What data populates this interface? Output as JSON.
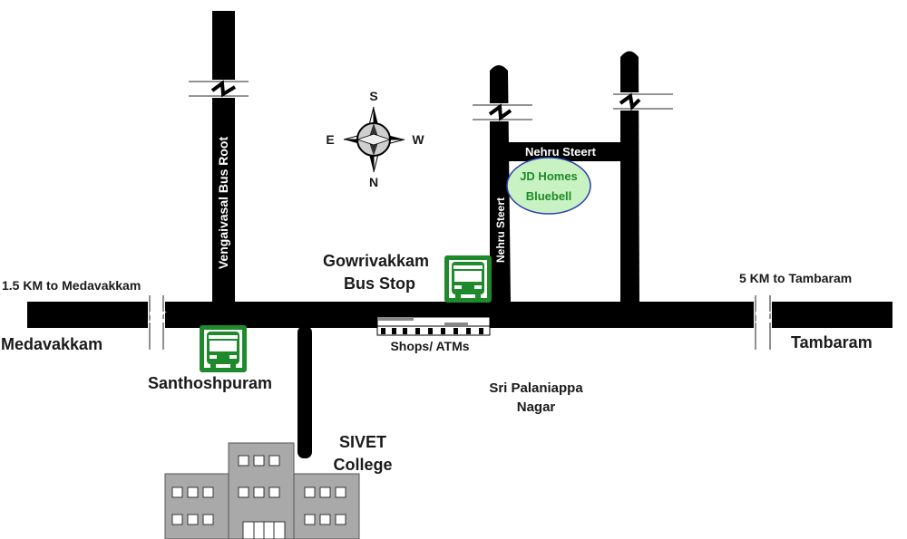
{
  "labels": {
    "left_distance": "1.5 KM to Medavakkam",
    "right_distance": "5 KM to Tambaram",
    "left_place": "Medavakkam",
    "right_place": "Tambaram",
    "vengaivasal_road": "Vengaivasal Bus Root",
    "nehru_street_horizontal": "Nehru Steert",
    "nehru_street_vertical": "Nehru Steert",
    "jd_homes_line1": "JD Homes",
    "jd_homes_line2": "Bluebell",
    "gowrivakkam_line1": "Gowrivakkam",
    "gowrivakkam_line2": "Bus Stop",
    "shops": "Shops/ ATMs",
    "santhoshpuram": "Santhoshpuram",
    "palaniappa_line1": "Sri Palaniappa",
    "palaniappa_line2": "Nagar",
    "sivet_line1": "SIVET",
    "sivet_line2": "College"
  },
  "compass": {
    "top": "S",
    "left": "E",
    "right": "W",
    "bottom": "N"
  },
  "colors": {
    "road": "#000000",
    "bus_icon": "#1f8a2c",
    "jd_homes_fill": "#c9f2c2",
    "jd_homes_border": "#2a3fb0",
    "jd_homes_text": "#1c8a28",
    "building": "#a9a9a9"
  }
}
